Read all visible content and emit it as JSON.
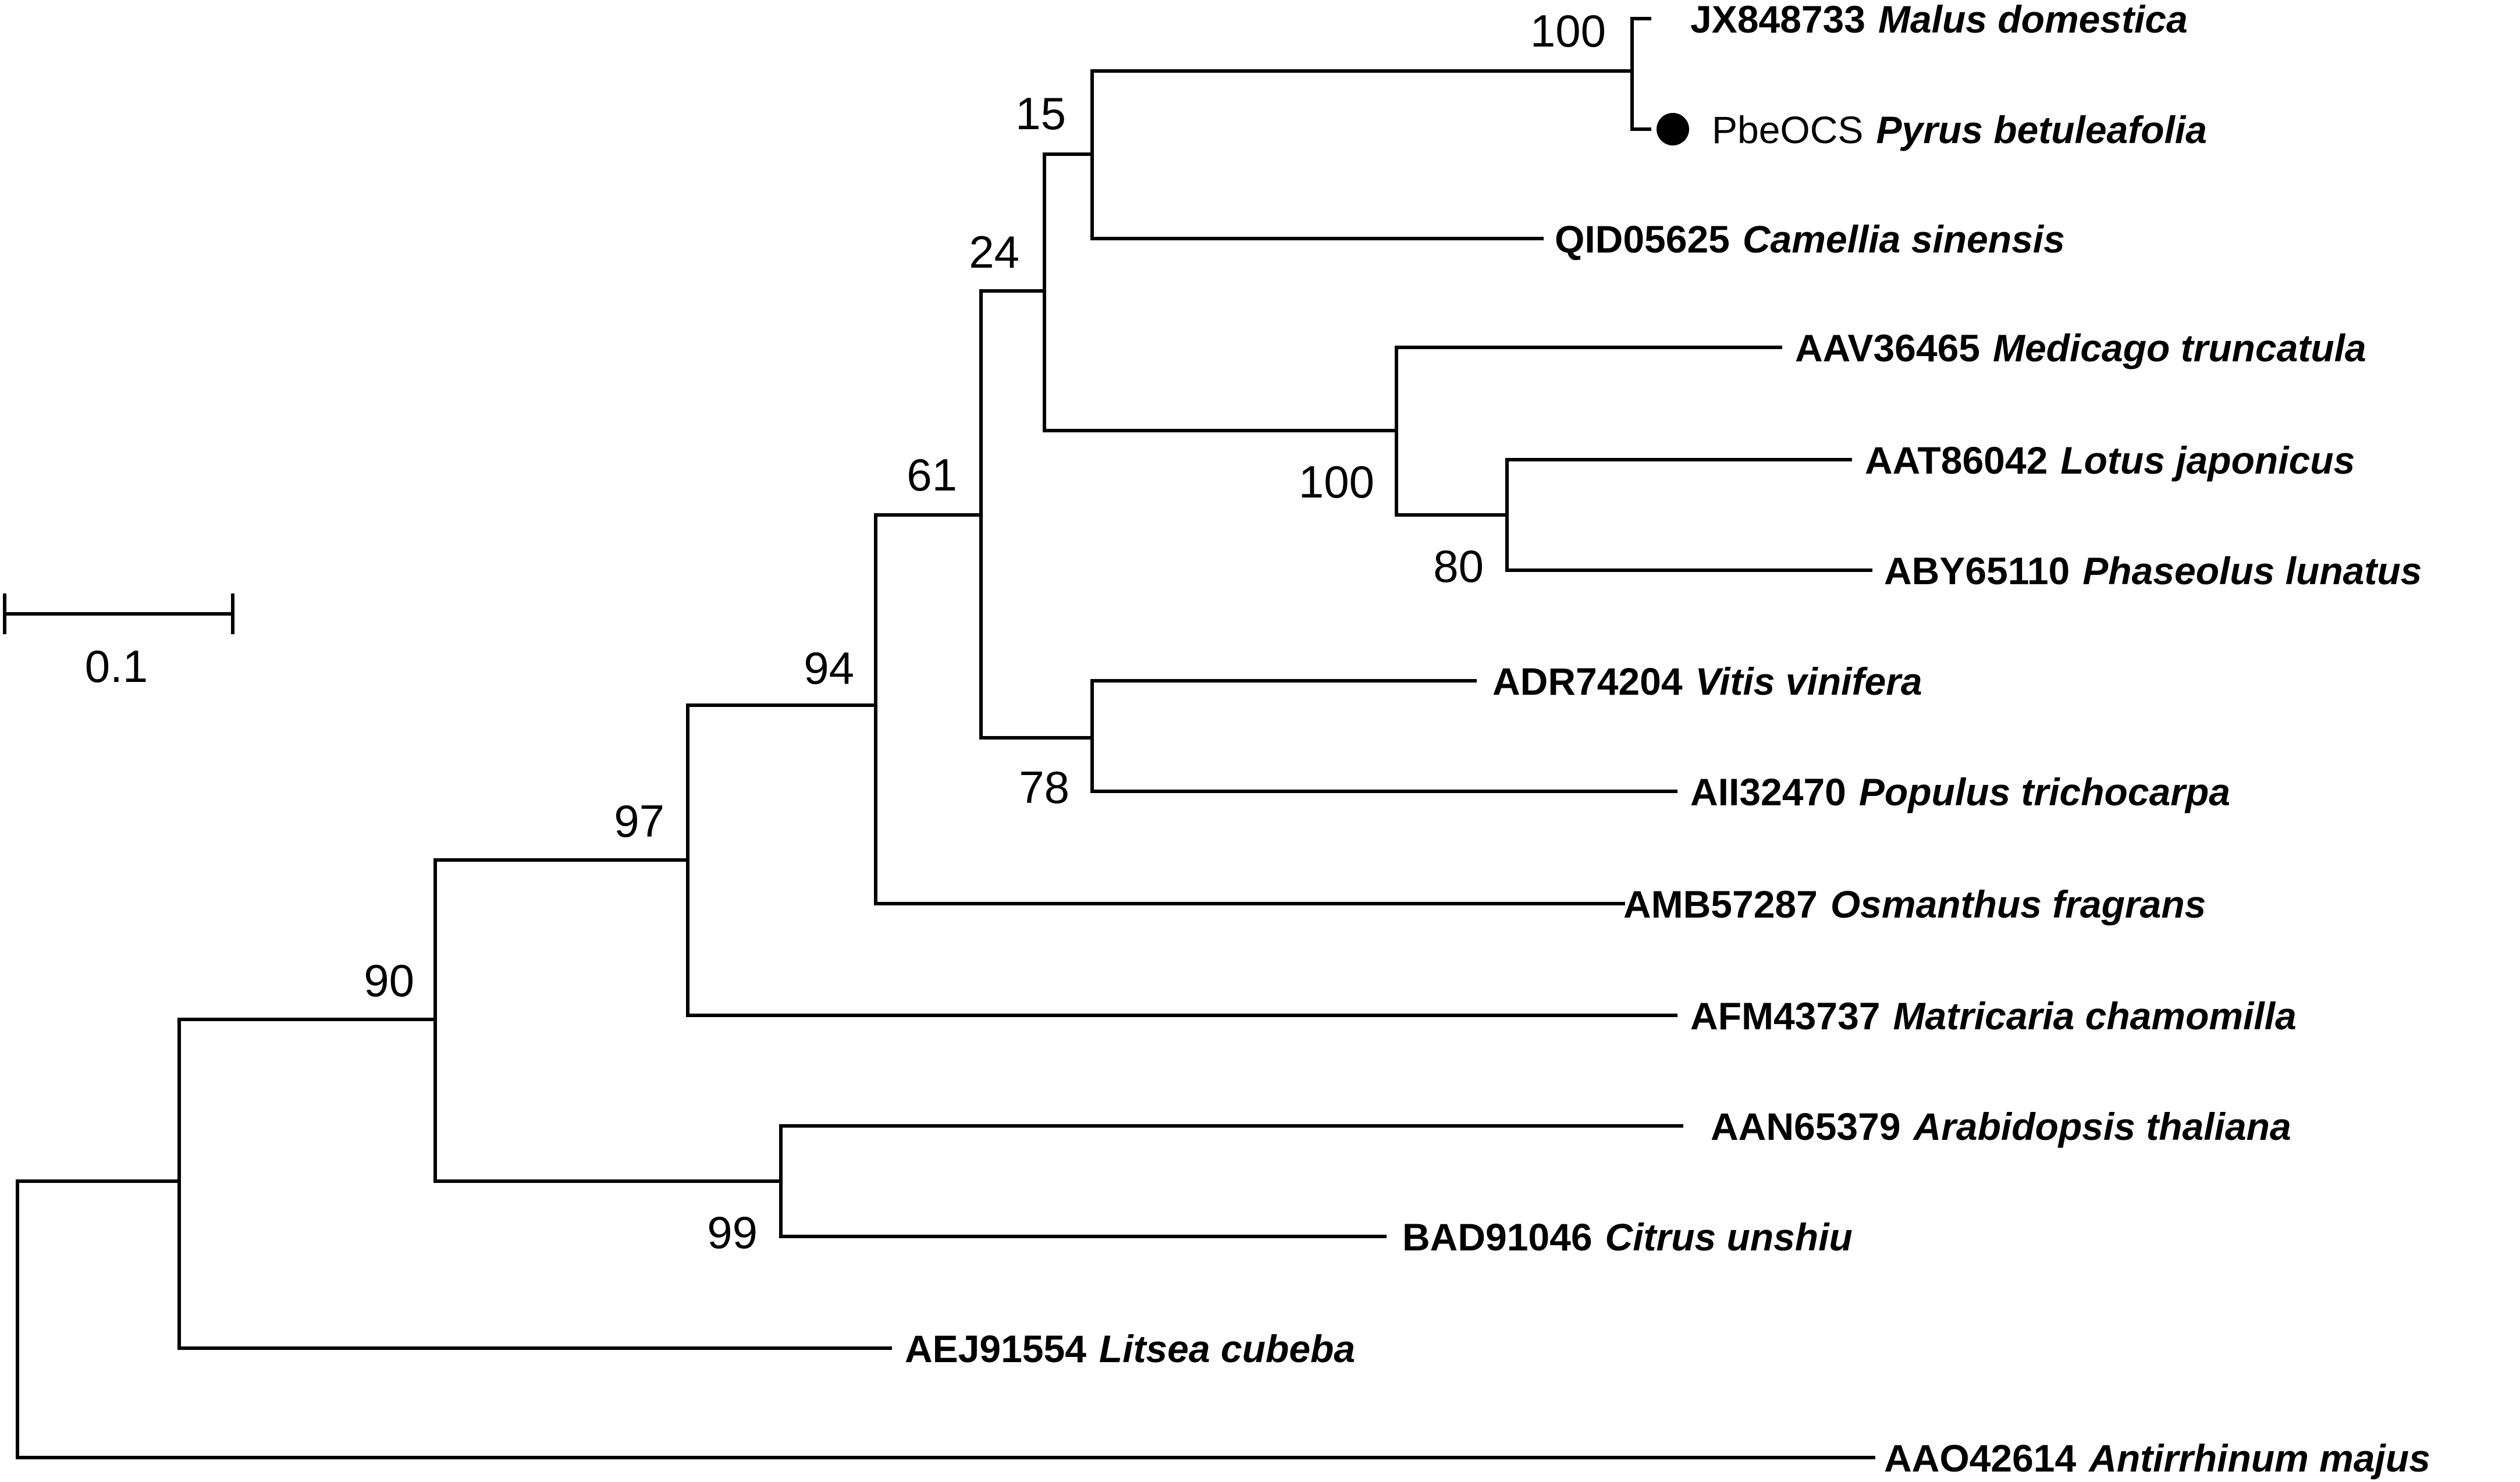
{
  "scale_bar": {
    "label": "0.1"
  },
  "leaves": [
    {
      "accession": "JX848733",
      "species": "Malus domestica",
      "marked": false
    },
    {
      "accession": "PbeOCS",
      "species": "Pyrus betuleafolia",
      "marked": true
    },
    {
      "accession": "QID05625",
      "species": "Camellia sinensis",
      "marked": false
    },
    {
      "accession": "AAV36465",
      "species": "Medicago truncatula",
      "marked": false
    },
    {
      "accession": "AAT86042",
      "species": "Lotus japonicus",
      "marked": false
    },
    {
      "accession": "ABY65110",
      "species": "Phaseolus lunatus",
      "marked": false
    },
    {
      "accession": "ADR74204",
      "species": "Vitis vinifera",
      "marked": false
    },
    {
      "accession": "AII32470",
      "species": "Populus trichocarpa",
      "marked": false
    },
    {
      "accession": "AMB57287",
      "species": "Osmanthus fragrans",
      "marked": false
    },
    {
      "accession": "AFM43737",
      "species": "Matricaria chamomilla",
      "marked": false
    },
    {
      "accession": "AAN65379",
      "species": "Arabidopsis thaliana",
      "marked": false
    },
    {
      "accession": "BAD91046",
      "species": "Citrus unshiu",
      "marked": false
    },
    {
      "accession": "AEJ91554",
      "species": "Litsea cubeba",
      "marked": false
    },
    {
      "accession": "AAO42614",
      "species": "Antirrhinum majus",
      "marked": false
    }
  ],
  "bootstrap_values": {
    "malus_pyrus": "100",
    "rosaceae_camellia": "15",
    "rosids_fabaceae": "24",
    "fabaceae": "100",
    "lotus_phaseolus": "80",
    "core_61": "61",
    "vitis_populus": "78",
    "osmanthus_clade": "94",
    "matricaria_clade": "97",
    "eudicots": "90",
    "arabidopsis_citrus": "99"
  },
  "colors": {
    "line": "#000000",
    "background": "#ffffff"
  }
}
